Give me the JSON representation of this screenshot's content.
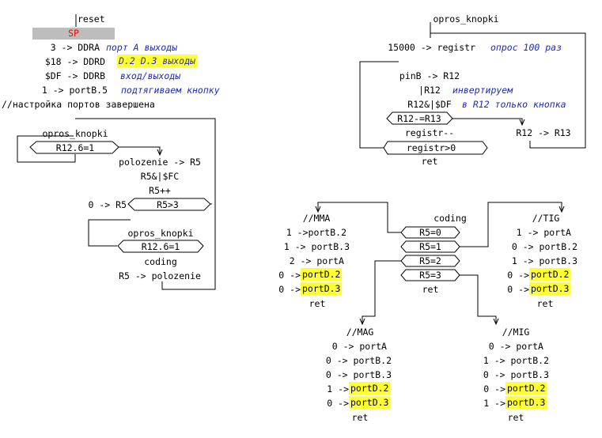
{
  "left_block": {
    "reset_label": "reset",
    "sp_label": "SP",
    "lines": [
      {
        "code": "3 -> DDRA",
        "comment": "порт А выходы",
        "comment_hl": false
      },
      {
        "code": "$18 -> DDRD",
        "comment": "D.2 D.3 выходы",
        "comment_hl": true
      },
      {
        "code": "$DF -> DDRB",
        "comment": "вход/выходы",
        "comment_hl": false
      },
      {
        "code": "1 -> portB.5",
        "comment": "подтягиваем кнопку",
        "comment_hl": false
      }
    ],
    "setup_done": "//настройка портов завершена",
    "loop_call1": "opros_knopki",
    "cond1": "R12.6=1",
    "inner": [
      "polozenie -> R5",
      "R5&|$FC",
      "R5++"
    ],
    "reset_r5": "0 -> R5",
    "cond2": "R5>3",
    "loop_call2": "opros_knopki",
    "cond3": "R12.6=1",
    "coding_call": "coding",
    "save_r5": "R5 -> polozenie"
  },
  "opros_block": {
    "title": "opros_knopki",
    "init": "15000 -> registr",
    "init_comment": "опрос 100 раз",
    "read": "pinB -> R12",
    "invert": "|R12",
    "invert_comment": "инвертируем",
    "mask": "R12&|$DF",
    "mask_comment": "в R12 только кнопка",
    "cond_eq": "R12-=R13",
    "save": "R12 -> R13",
    "dec": "registr--",
    "cond_loop": "registr>0",
    "ret": "ret"
  },
  "coding_block": {
    "title": "coding",
    "cases": [
      "R5=0",
      "R5=1",
      "R5=2",
      "R5=3"
    ],
    "ret": "ret"
  },
  "mma": {
    "title": "//MMA",
    "lines": [
      {
        "text": "1 ->portB.2",
        "hl_part": ""
      },
      {
        "text": "1 -> portB.3",
        "hl_part": ""
      },
      {
        "text": "2 -> portA",
        "hl_part": ""
      },
      {
        "text": "0 -> ",
        "hl_part": "portD.2"
      },
      {
        "text": "0 -> ",
        "hl_part": "portD.3"
      }
    ],
    "ret": "ret"
  },
  "tig": {
    "title": "//TIG",
    "lines": [
      {
        "text": "1 -> portA",
        "hl_part": ""
      },
      {
        "text": "0 -> portB.2",
        "hl_part": ""
      },
      {
        "text": "1 -> portB.3",
        "hl_part": ""
      },
      {
        "text": "0 -> ",
        "hl_part": "portD.2"
      },
      {
        "text": "0 -> ",
        "hl_part": "portD.3"
      }
    ],
    "ret": "ret"
  },
  "mag": {
    "title": "//MAG",
    "lines": [
      {
        "text": "0 -> portA",
        "hl_part": ""
      },
      {
        "text": "0 -> portB.2",
        "hl_part": ""
      },
      {
        "text": "0 -> portB.3",
        "hl_part": ""
      },
      {
        "text": "1 -> ",
        "hl_part": "portD.2"
      },
      {
        "text": "0 -> ",
        "hl_part": "portD.3"
      }
    ],
    "ret": "ret"
  },
  "mig": {
    "title": "//MIG",
    "lines": [
      {
        "text": "0 -> portA",
        "hl_part": ""
      },
      {
        "text": "1 -> portB.2",
        "hl_part": ""
      },
      {
        "text": "0 -> portB.3",
        "hl_part": ""
      },
      {
        "text": "0 -> ",
        "hl_part": "portD.2"
      },
      {
        "text": "1 -> ",
        "hl_part": "portD.3"
      }
    ],
    "ret": "ret"
  },
  "colors": {
    "highlight": "#ffff33",
    "comment": "#1f2bbf",
    "sp_text": "#ff0000",
    "sp_fill": "#bdbdbd"
  }
}
